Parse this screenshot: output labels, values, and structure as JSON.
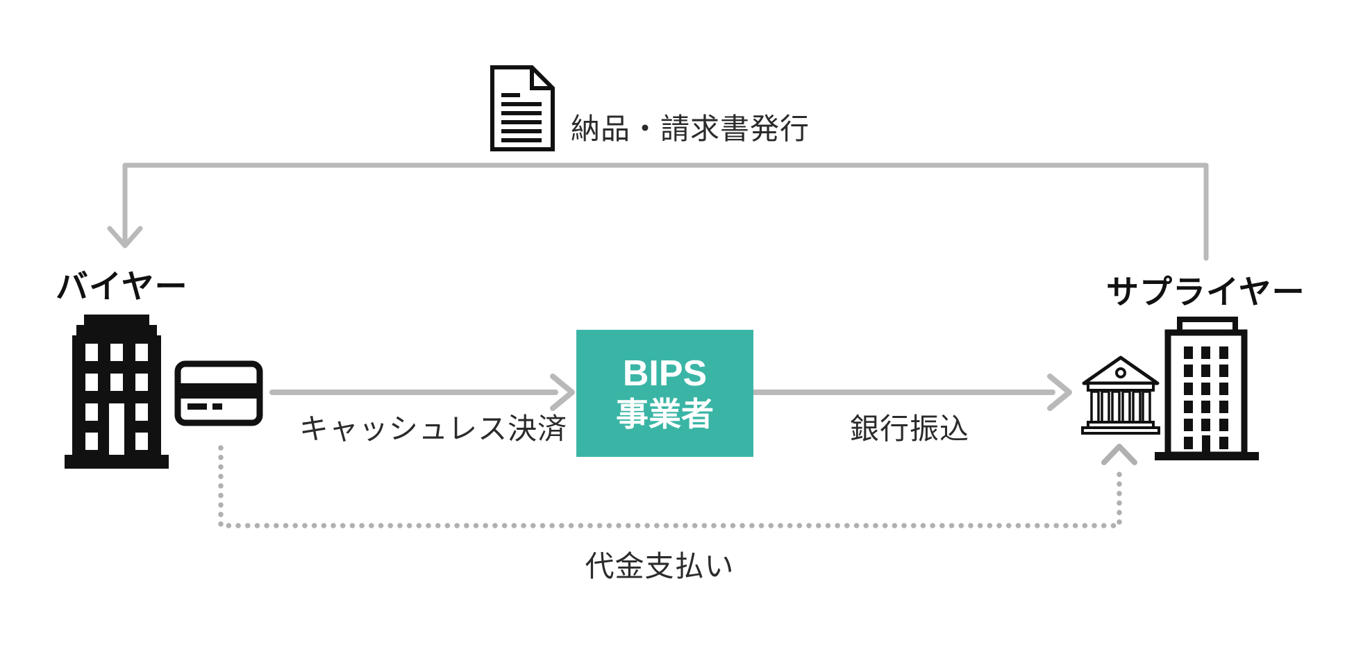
{
  "diagram": {
    "buyer_label": "バイヤー",
    "supplier_label": "サプライヤー",
    "processor_box": {
      "line1": "BIPS",
      "line2": "事業者"
    },
    "flow_labels": {
      "invoice": "納品・請求書発行",
      "cashless": "キャッシュレス決済",
      "bank_transfer": "銀行振込",
      "payment": "代金支払い"
    },
    "icons": {
      "document": "document-icon",
      "buyer_building": "building-solid-icon",
      "credit_card": "credit-card-icon",
      "bank": "bank-icon",
      "supplier_building": "building-outline-icon"
    },
    "colors": {
      "processor_box_bg": "#3ab5a5",
      "processor_box_text": "#ffffff",
      "arrow_gray": "#b9b9b9",
      "dotted_gray": "#b0b0b0",
      "label_text": "#2b2b2b",
      "node_label_text": "#111111",
      "icon_color": "#111111",
      "background": "#ffffff"
    }
  }
}
